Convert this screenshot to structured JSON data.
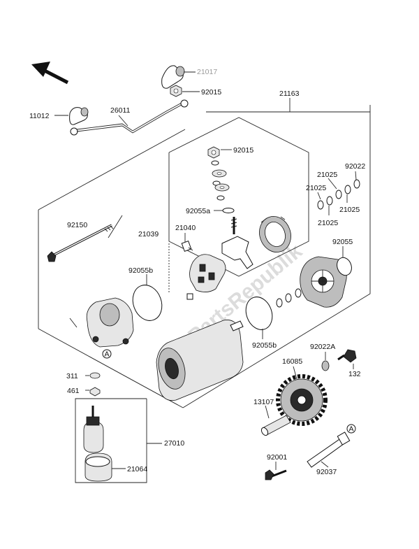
{
  "watermark": "PartsRepublik",
  "ref_marker": "A",
  "labels": {
    "p21017": "21017",
    "p92015_top": "92015",
    "p21163": "21163",
    "p11012": "11012",
    "p26011": "26011",
    "p92015_mid": "92015",
    "p92022": "92022",
    "p21025_a": "21025",
    "p21025_b": "21025",
    "p21025_c": "21025",
    "p21025_d": "21025",
    "p92150": "92150",
    "p92055a": "92055a",
    "p21039": "21039",
    "p21040": "21040",
    "p92055": "92055",
    "p92055b_left": "92055b",
    "p92055b_right": "92055b",
    "p92022A": "92022A",
    "p16085": "16085",
    "p132": "132",
    "p311": "311",
    "p461": "461",
    "p13107": "13107",
    "p27010": "27010",
    "p21064": "21064",
    "p92001": "92001",
    "p92037": "92037"
  }
}
